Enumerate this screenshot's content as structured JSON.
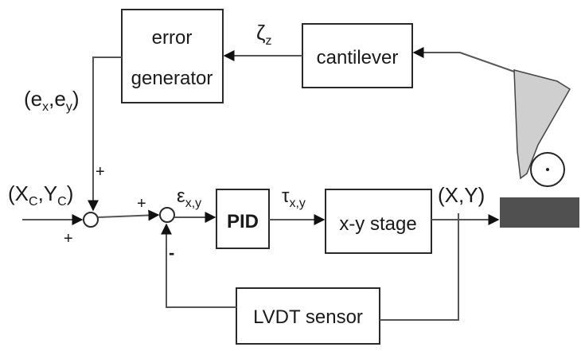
{
  "blocks": {
    "error_generator": {
      "line1": "error",
      "line2": "generator"
    },
    "cantilever": "cantilever",
    "pid": "PID",
    "xy_stage": "x-y stage",
    "lvdt_sensor": "LVDT sensor"
  },
  "signals": {
    "zeta": {
      "symbol": "ζ",
      "sub": "z"
    },
    "error_xy": {
      "open": "(e",
      "sub1": "x",
      "mid": ",e",
      "sub2": "y",
      "close": ")"
    },
    "reference": {
      "open": "(X",
      "sub1": "C",
      "mid": ",Y",
      "sub2": "C",
      "close": ")"
    },
    "epsilon": {
      "symbol": "ε",
      "sub": "x,y"
    },
    "tau": {
      "symbol": "τ",
      "sub": "x,y"
    },
    "position": "(X,Y)"
  },
  "signs": {
    "sum1_top": "+",
    "sum1_left": "+",
    "sum2_left": "+",
    "sum2_bottom": "-"
  },
  "colors": {
    "stage_bar": "#505050",
    "cantilever_tip": "#cfcfcf"
  }
}
